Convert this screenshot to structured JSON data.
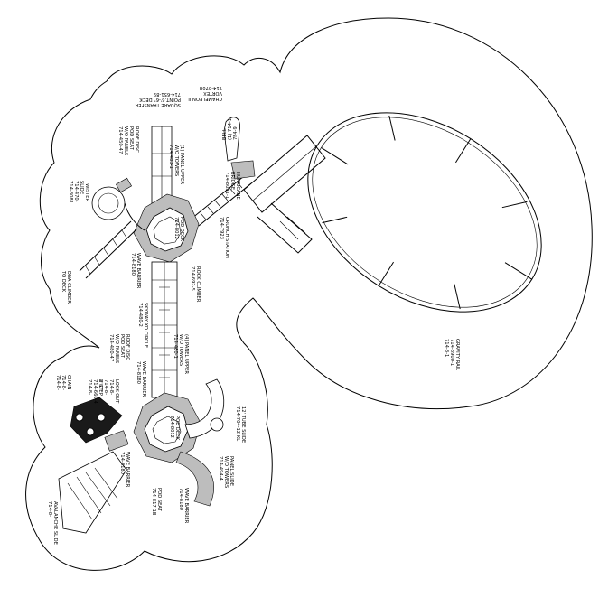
{
  "labels": {
    "chameleon": "CHAMELEON II\nVORTEX\n714-870U",
    "square_deck": "SQUARE TRANSFER\nPOINT,6'-6\" DECK\n714-651-89",
    "bell": "BELL\n(1) 714-1\n7F4-9",
    "panel_upper": "(1) PANEL UPPER\nW/O TOWERS\n714-483-1",
    "roof_disc": "ROOF DISC\nPOD SEAT\nW/O PANELS\n714-450-47",
    "twister": "TWISTER\nSLIDE\n714-470-\n714-8081",
    "crunch": "CRUNCH STATION\n714-7923",
    "hurricane": "HURRICANE\nBRIDGE\n714-8031-1",
    "pod_deck": "POD DECK\n714-8012",
    "rock_climber": "ROCK CLIMBER\n714-692-5",
    "dna_climber": "DNA CLIMBER\nTO DECK",
    "wave_barrier_top": "WAVE BARRIER\n714-8180",
    "skyway": "SKYWAY XD CIRCLE\n714-480-2",
    "panel_upper2": "(4) PANEL UPPER\nW/O TOWERS\n714-480-1",
    "roof_disc2": "ROOF DISC\nPOD SEAT\nW/O PANELS\n714-480-47",
    "wave_barrier_mid": "WAVE BARRIER\n714-8180",
    "lock_out": "LOCK-OUT\n714-8-\n714-8-\n8'-0\"",
    "step": "2 STEP\n714-660-4\n714-8-",
    "chain": "CHAIN\n714-8-\n714-8-",
    "pod_deck2": "POD DECK\n714-8012",
    "tube_slide": "12' TUBE SLIDE\n714-704-12 KL",
    "panel_slide": "PANEL SLIDE\nW/O TOWERS\n714-494-4",
    "wave_barrier_bot": "WAVE BARRIER\n714-8180",
    "pod_seat": "POD SEAT\n714-817-1B",
    "wave_barrier_low": "WAVE BARRIER\n714-8180",
    "avalanche": "AVALANCHE SLIDE\n714-8-",
    "gravity_rail": "GRAVITY RAIL\n714-8900-1\n714-8-1"
  },
  "colors": {
    "ink": "#000000",
    "fill_dark": "#1a1a1a",
    "fill_gray": "#bdbdbd",
    "background": "#ffffff"
  }
}
